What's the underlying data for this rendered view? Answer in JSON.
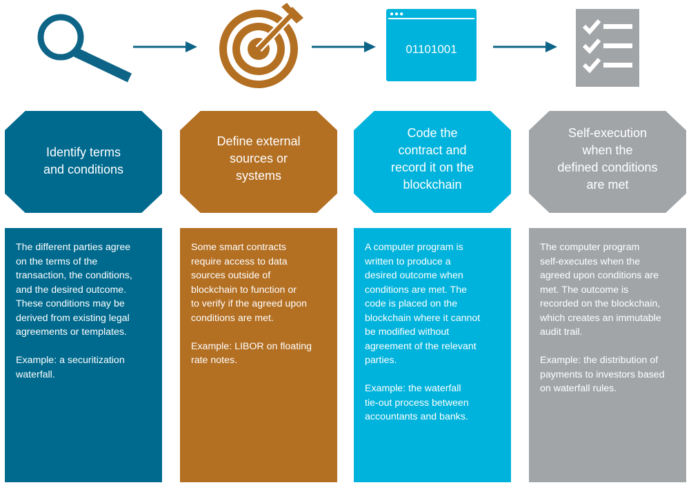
{
  "colors": {
    "step1": "#006a8e",
    "step2": "#b36f22",
    "step3": "#00b3dc",
    "step4": "#a2a5a8",
    "arrow": "#0d6487"
  },
  "icons": [
    "magnifying-glass-icon",
    "target-icon",
    "browser-window-icon",
    "checklist-icon"
  ],
  "code_text": "01101001",
  "steps": [
    {
      "title": "Identify terms\nand conditions",
      "body": "The different parties agree\non the terms of the\ntransaction, the conditions,\nand the desired outcome.\nThese conditions may be\nderived from existing legal\nagreements or templates.",
      "example": "Example: a securitization\nwaterfall."
    },
    {
      "title": "Define external\nsources or\nsystems",
      "body": "Some smart contracts\nrequire access to data\nsources outside of\nblockchain to function or\nto verify if the agreed upon\nconditions are met.",
      "example": "Example: LIBOR on floating\nrate notes."
    },
    {
      "title": "Code the\ncontract and\nrecord it on the\nblockchain",
      "body": "A computer program is\nwritten to produce a\ndesired outcome when\nconditions are met. The\ncode is placed on the\nblockchain where it cannot\nbe modified without\nagreement of the relevant\nparties.",
      "example": "Example: the waterfall\ntie-out process between\naccountants and banks."
    },
    {
      "title": "Self-execution\nwhen the\ndefined conditions\nare met",
      "body": "The computer program\nself-executes when the\nagreed upon conditions are\nmet. The outcome is\nrecorded on the blockchain,\nwhich creates an immutable\naudit trail.",
      "example": "Example: the distribution of\npayments to investors based\non waterfall rules."
    }
  ]
}
